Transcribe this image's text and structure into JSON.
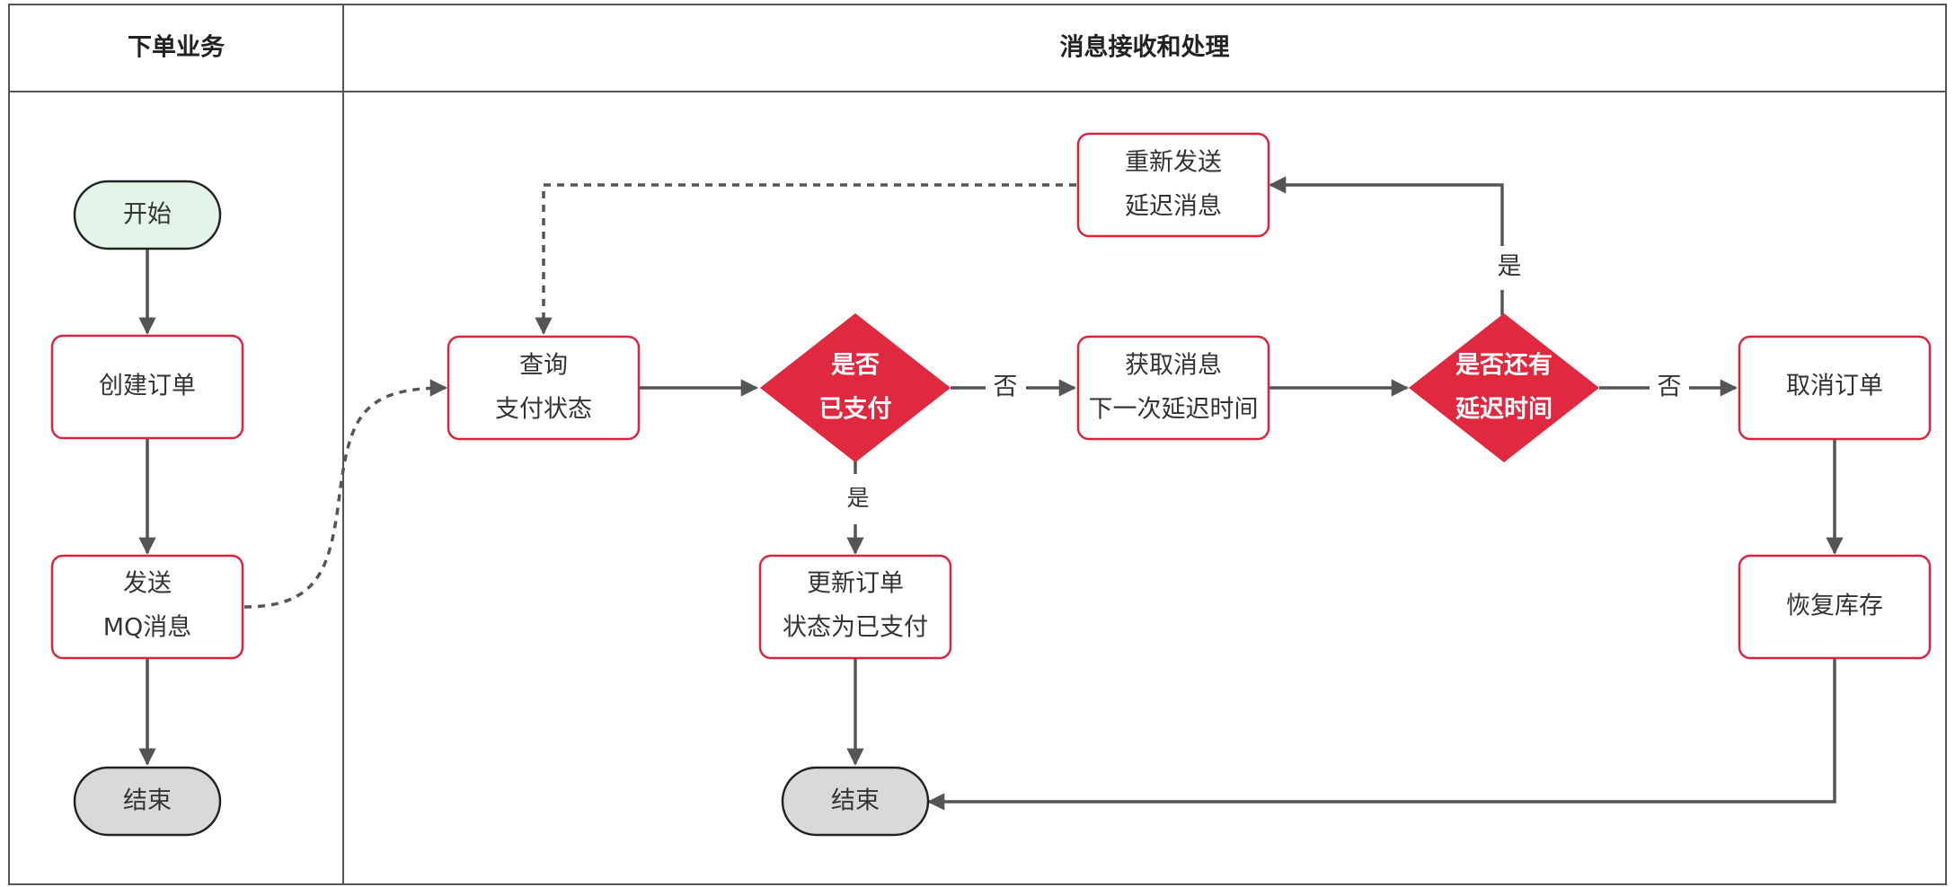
{
  "lanes": {
    "order": "下单业务",
    "message": "消息接收和处理"
  },
  "nodes": {
    "start": "开始",
    "create_order": "创建订单",
    "send_mq": [
      "发送",
      "MQ消息"
    ],
    "end_left": "结束",
    "query_payment": [
      "查询",
      "支付状态"
    ],
    "is_paid": [
      "是否",
      "已支付"
    ],
    "update_order": [
      "更新订单",
      "状态为已支付"
    ],
    "end_middle": "结束",
    "get_delay": [
      "获取消息",
      "下一次延迟时间"
    ],
    "resend": [
      "重新发送",
      "延迟消息"
    ],
    "has_delay": [
      "是否还有",
      "延迟时间"
    ],
    "cancel_order": "取消订单",
    "restore_stock": "恢复库存"
  },
  "edge_labels": {
    "paid_no": "否",
    "paid_yes": "是",
    "delay_yes": "是",
    "delay_no": "否"
  },
  "colors": {
    "accent": "#e0283f",
    "box_border": "#d9263f",
    "start_fill": "#e3f4e8",
    "end_fill": "#d9d9d9",
    "line": "#555555",
    "frame": "#555555"
  }
}
